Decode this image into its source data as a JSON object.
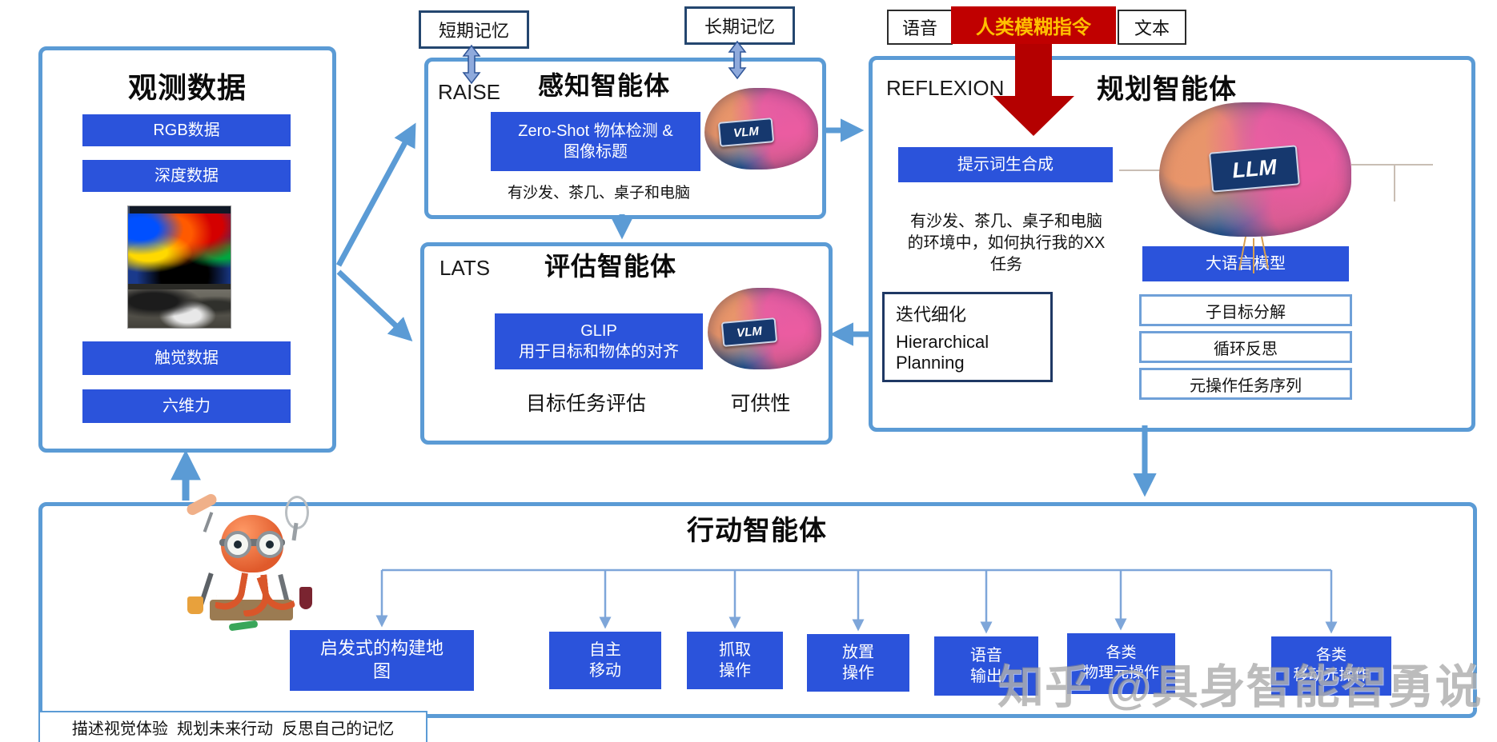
{
  "colors": {
    "box_border_blue": "#5B9BD5",
    "node_blue": "#2B53DB",
    "memory_border_navy": "#24466F",
    "instruction_red": "#C00000",
    "instruction_text_orange": "#FFC000",
    "arrow_blue": "#5B9BD5",
    "connector_blue": "#7EA6D9",
    "watermark_gray": "#8c8c8c"
  },
  "top": {
    "short_memory": "短期记忆",
    "long_memory": "长期记忆",
    "voice": "语音",
    "fuzzy_instruction": "人类模糊指令",
    "text": "文本"
  },
  "observation": {
    "title": "观测数据",
    "items": [
      "RGB数据",
      "深度数据",
      "触觉数据",
      "六维力"
    ]
  },
  "perception": {
    "tag": "RAISE",
    "title": "感知智能体",
    "chip": "VLM",
    "button": "Zero-Shot 物体检测 &\n图像标题",
    "caption": "有沙发、茶几、桌子和电脑"
  },
  "evaluation": {
    "tag": "LATS",
    "title": "评估智能体",
    "chip": "VLM",
    "button": "GLIP\n用于目标和物体的对齐",
    "caption_left": "目标任务评估",
    "caption_right": "可供性"
  },
  "planning": {
    "tag": "REFLEXION",
    "title": "规划智能体",
    "chip": "LLM",
    "prompt_button": "提示词生合成",
    "context_text": "有沙发、茶几、桌子和电脑\n的环境中，如何执行我的XX\n任务",
    "note_line1": "迭代细化",
    "note_line2": "Hierarchical Planning",
    "llm_button": "大语言模型",
    "outputs": [
      "子目标分解",
      "循环反思",
      "元操作任务序列"
    ]
  },
  "action": {
    "title": "行动智能体",
    "buttons": [
      "启发式的构建地\n图",
      "自主\n移动",
      "抓取\n操作",
      "放置\n操作",
      "语音\n输出",
      "各类\n物理元操作",
      "各类\n移动元操作"
    ]
  },
  "footer": {
    "caption": "描述视觉体验  规划未来行动  反思自己的记忆"
  },
  "watermark": "知乎 @具身智能智勇说"
}
